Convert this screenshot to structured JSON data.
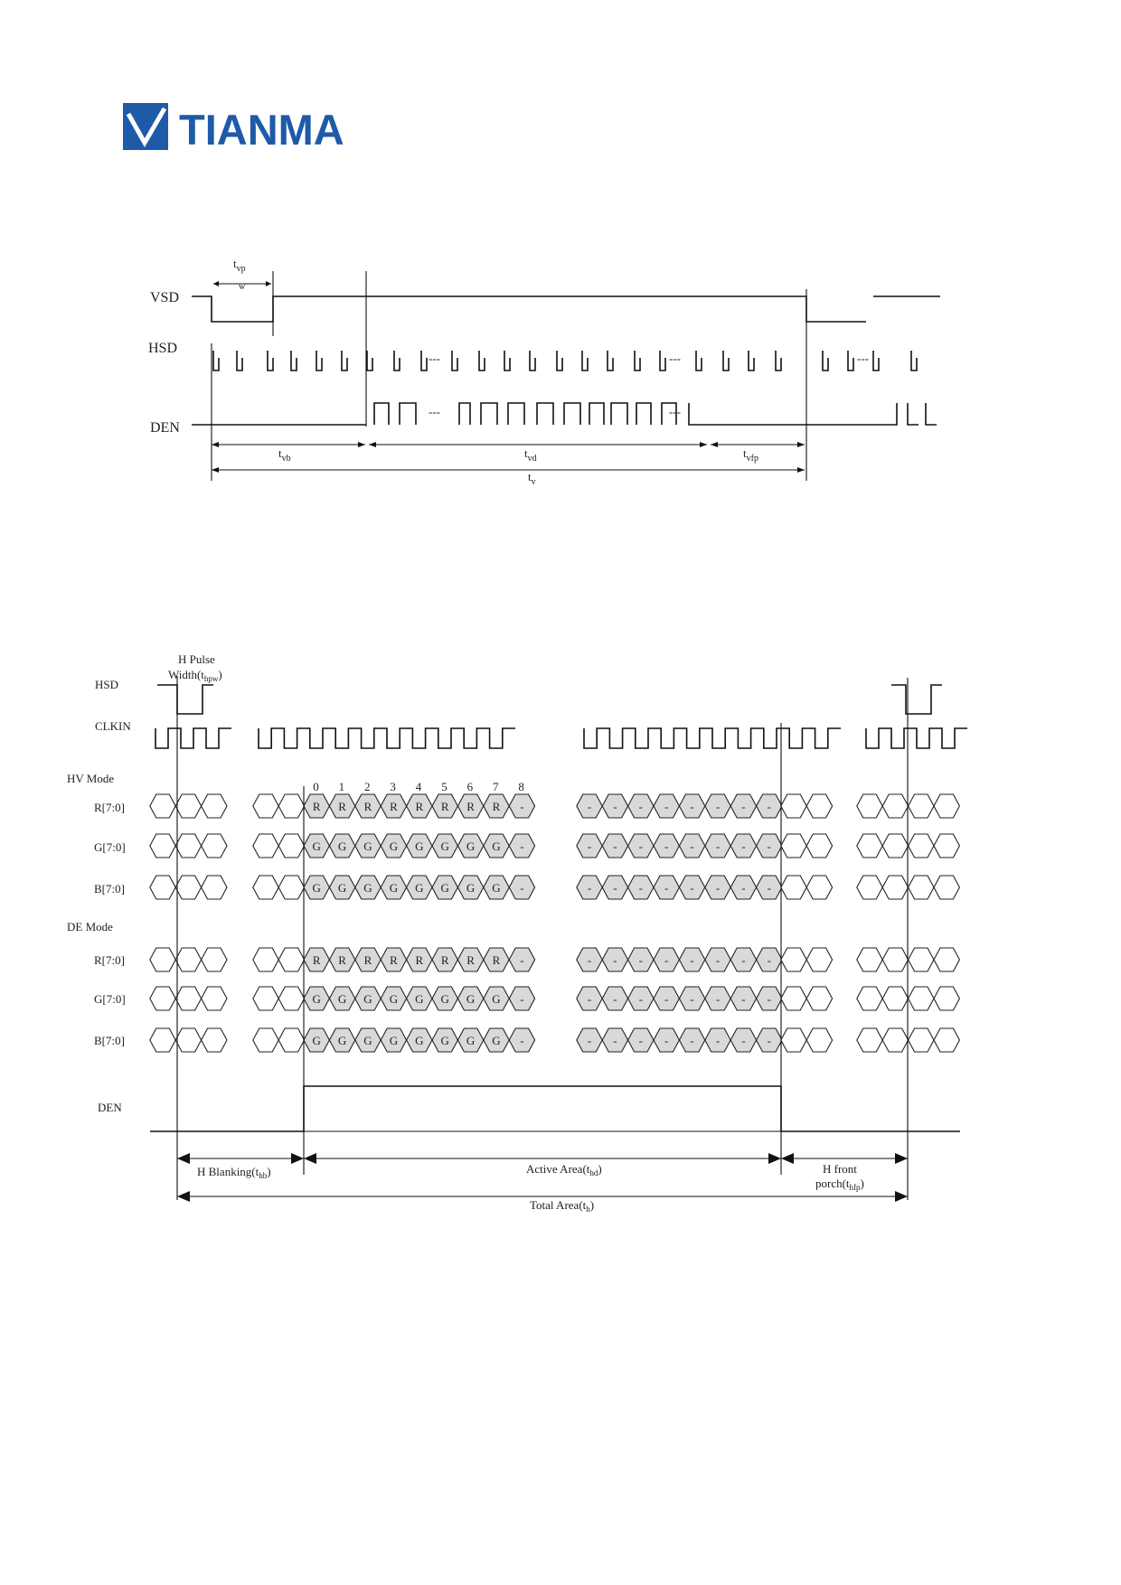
{
  "logo": {
    "brand": "TIANMA",
    "color": "#1e5aa8"
  },
  "vertical_timing": {
    "signals": [
      "VSD",
      "HSD",
      "DEN"
    ],
    "ellipsis": "---",
    "labels": {
      "pulse_width": "t",
      "pulse_sub": "vp",
      "pulse_sub2": "w",
      "back_porch": "t",
      "back_porch_sub": "vb",
      "display": "t",
      "display_sub": "vd",
      "front_porch": "t",
      "front_porch_sub": "vfp",
      "total": "t",
      "total_sub": "v"
    }
  },
  "horizontal_timing": {
    "pulse_label_1": "H Pulse",
    "pulse_label_2": "Width(t",
    "pulse_label_sub": "hpw",
    "close_paren": ")",
    "signals": {
      "hsd": "HSD",
      "clkin": "CLKIN",
      "den": "DEN"
    },
    "modes": [
      {
        "title": "HV Mode",
        "rows": [
          {
            "label": "R[7:0]",
            "letter": "R"
          },
          {
            "label": "G[7:0]",
            "letter": "G"
          },
          {
            "label": "B[7:0]",
            "letter": "G"
          }
        ]
      },
      {
        "title": "DE Mode",
        "rows": [
          {
            "label": "R[7:0]",
            "letter": "R"
          },
          {
            "label": "G[7:0]",
            "letter": "G"
          },
          {
            "label": "B[7:0]",
            "letter": "G"
          }
        ]
      }
    ],
    "pixel_index": [
      "0",
      "1",
      "2",
      "3",
      "4",
      "5",
      "6",
      "7",
      "8"
    ],
    "dash": "-",
    "labels": {
      "h_blanking": "H Blanking(t",
      "h_blanking_sub": "hb",
      "active_area": "Active Area(t",
      "active_area_sub": "hd",
      "h_front": "H front",
      "porch": "porch(t",
      "porch_sub": "hfp",
      "total_area": "Total Area(t",
      "total_area_sub": "h"
    }
  }
}
